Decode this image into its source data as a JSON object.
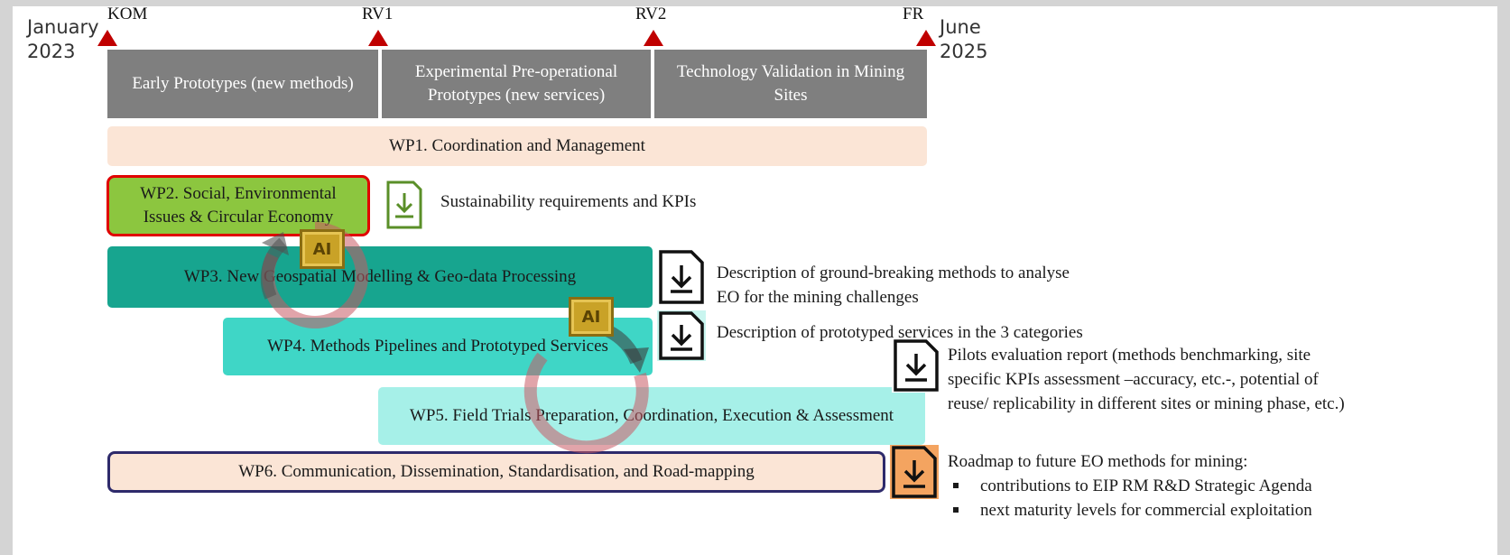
{
  "dates": {
    "start": "January\n2023",
    "end": "June\n2025"
  },
  "milestones": [
    "KOM",
    "RV1",
    "RV2",
    "FR"
  ],
  "phases": [
    "Early Prototypes (new methods)",
    "Experimental Pre-operational Prototypes (new services)",
    "Technology Validation in Mining Sites"
  ],
  "work_packages": {
    "wp1": "WP1. Coordination and Management",
    "wp2": "WP2. Social, Environmental Issues & Circular Economy",
    "wp3": "WP3. New Geospatial Modelling & Geo-data Processing",
    "wp4": "WP4. Methods Pipelines and Prototyped Services",
    "wp5": "WP5. Field Trials Preparation, Coordination, Execution & Assessment",
    "wp6": "WP6. Communication, Dissemination, Standardisation, and Road-mapping"
  },
  "deliverables": {
    "wp2": "Sustainability requirements and KPIs",
    "wp3": "Description of ground-breaking methods to analyse EO for the mining challenges",
    "wp4": "Description of prototyped services in the 3 categories",
    "wp5": "Pilots evaluation report (methods benchmarking, site specific KPIs assessment –accuracy, etc.-, potential of reuse/ replicability in different sites or mining phase, etc.)",
    "wp6_intro": "Roadmap to future EO methods for mining:",
    "wp6_bullets": [
      "contributions to EIP RM R&D Strategic Agenda",
      "next maturity levels for commercial exploitation"
    ]
  },
  "ai_badge": "AI",
  "colors": {
    "milestone": "#c00000",
    "phase_bg": "#7f7f7f",
    "wp1_bg": "#fbe5d6",
    "wp2_bg": "#8cc63f",
    "wp2_border": "#e00000",
    "wp3_bg": "#17a58f",
    "wp4_bg": "#3fd6c6",
    "wp5_bg": "#a6f0e8",
    "wp6_bg": "#fbe5d6",
    "wp6_border": "#2e2a6b",
    "doc_wp2": "#5a8f28",
    "doc_wp6_bg": "#f4a460"
  },
  "icons": [
    "milestone-triangle-icon",
    "download-document-icon",
    "ai-chip-icon",
    "cycle-arrow-icon"
  ]
}
